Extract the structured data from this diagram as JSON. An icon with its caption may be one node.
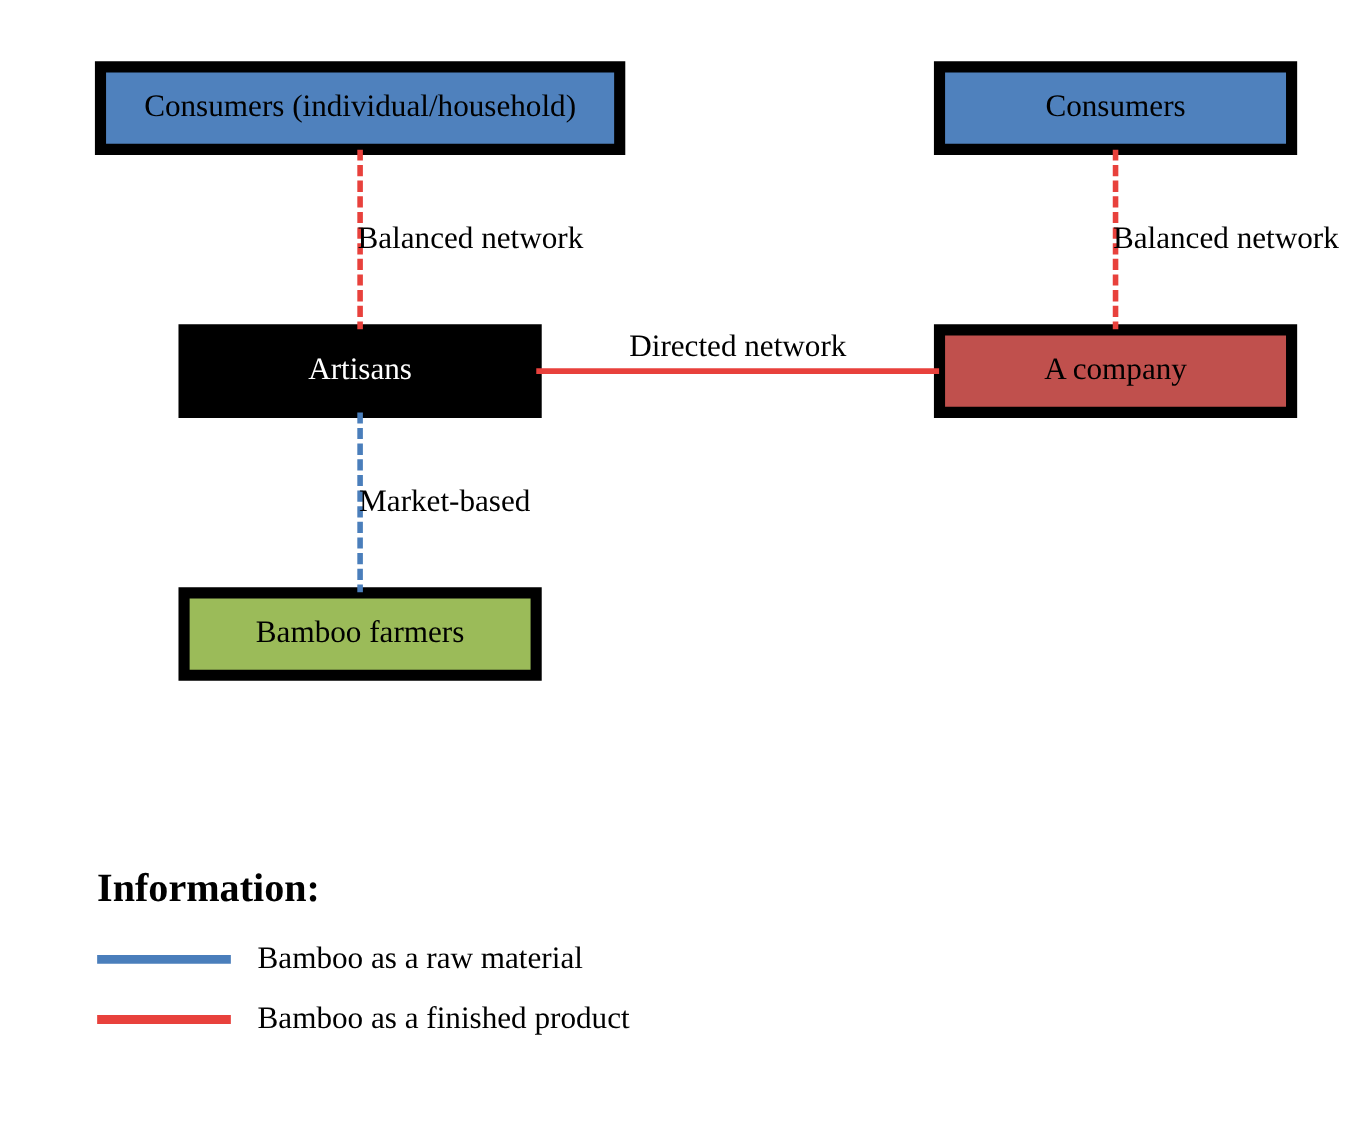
{
  "diagram": {
    "nodes": [
      {
        "text": [
          "Consumers (individual/household)"
        ]
      },
      {
        "text": [
          "Consumers"
        ]
      },
      {
        "text": [
          "Artisans"
        ]
      },
      {
        "text": [
          "A company"
        ]
      },
      {
        "text": [
          "Bamboo farmers"
        ]
      }
    ],
    "edges": [
      {
        "from": 0,
        "to": 2,
        "arrow": "none",
        "label": "Balanced network",
        "style": "dashed"
      },
      {
        "from": 1,
        "to": 3,
        "arrow": "none",
        "label": "Balanced network",
        "style": "dashed"
      },
      {
        "from": 2,
        "to": 3,
        "arrow": "none",
        "label": "Directed network"
      },
      {
        "from": 2,
        "to": 4,
        "arrow": "none",
        "label": "Market-based",
        "style": "dashed",
        "color": "#4a7ebb"
      }
    ],
    "labels": [
      "Information:"
    ],
    "legend": [
      {
        "text": "Bamboo as a raw material",
        "color": "#4a7ebb"
      },
      {
        "text": "Bamboo as a finished product",
        "color": "#e8413c"
      }
    ]
  }
}
